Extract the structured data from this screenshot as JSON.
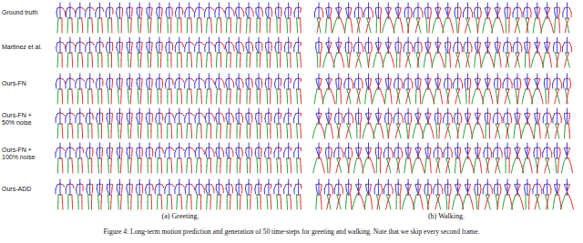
{
  "diagram": {
    "caption": "Figure 4: Long-term motion prediction and generation of 50 time-steps for greeting and walking. Note that we skip every second frame.",
    "labels": [
      "Ground truth",
      "Martinez et al.",
      "Ours-FN",
      "Ours-FN + 50% noise",
      "Ours-FN + 100% noise",
      "Ours-ADD",
      "(a) Greeting.",
      "(b) Walking."
    ]
  }
}
